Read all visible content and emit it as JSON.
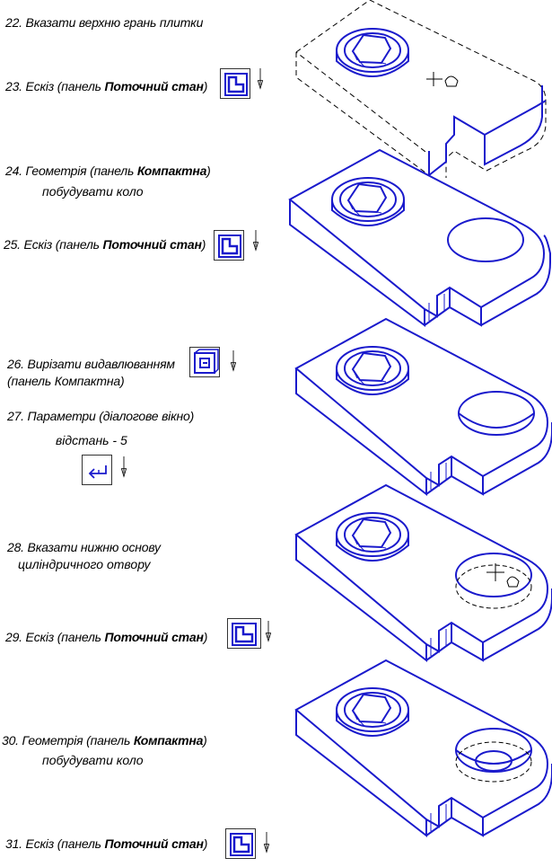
{
  "steps": {
    "s22": {
      "label": "22. Вказати верхню грань плитки"
    },
    "s23": {
      "prefix": "23. Ескіз (панель ",
      "bold": "Поточний стан",
      "suffix": ")"
    },
    "s24": {
      "prefix": "24. Геометрія (панель ",
      "bold": "Компактна",
      "suffix": ")",
      "line2": "побудувати коло"
    },
    "s25": {
      "prefix": "25. Ескіз (панель ",
      "bold": "Поточний стан",
      "suffix": ")"
    },
    "s26": {
      "line1": "26. Вирізати видавлюванням",
      "line2": "(панель Компактна)"
    },
    "s27": {
      "line1": "27. Параметри (діалогове вікно)",
      "line2": "відстань -  5"
    },
    "s28": {
      "line1": "28. Вказати нижню основу",
      "line2": "циліндричного отвору"
    },
    "s29": {
      "prefix": "29. Ескіз (панель ",
      "bold": "Поточний стан",
      "suffix": ")"
    },
    "s30": {
      "prefix": "30. Геометрія (панель ",
      "bold": "Компактна",
      "suffix": ")",
      "line2": "побудувати коло"
    },
    "s31": {
      "prefix": "31. Ескіз (панель ",
      "bold": "Поточний стан",
      "suffix": ")"
    }
  },
  "icons": {
    "sketch": "sketch-icon",
    "extrude_cut": "extrude-cut-icon",
    "enter": "enter-icon",
    "cursor": "down-arrow-cursor-icon"
  },
  "colors": {
    "drawing": "#1a1acc",
    "dashed": "#000000",
    "text": "#000000"
  }
}
